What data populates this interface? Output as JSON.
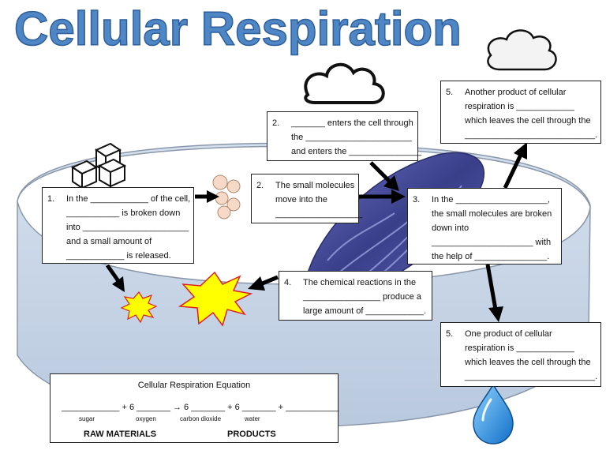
{
  "title": "Cellular Respiration",
  "boxes": {
    "b1": {
      "num": "1.",
      "lines": [
        "In the ____________ of the cell,",
        "___________ is broken down",
        "into ______________________",
        "and a small amount of",
        "____________ is released."
      ]
    },
    "b2": {
      "num": "2.",
      "lines": [
        "_______  enters the cell through",
        "the ______________________",
        "and enters the _______________"
      ]
    },
    "b2b": {
      "num": "2.",
      "lines": [
        "The small molecules",
        "move into the",
        "__________________"
      ]
    },
    "b3": {
      "num": "3.",
      "lines": [
        "In the ___________________,",
        "the small molecules are broken",
        "down into",
        "_____________________ with",
        "the help of _______________."
      ]
    },
    "b4": {
      "num": "4.",
      "lines": [
        "The chemical reactions in the",
        "________________ produce a",
        "large amount of ____________."
      ]
    },
    "b5top": {
      "num": "5.",
      "lines": [
        "Another product of cellular",
        "respiration is ____________",
        "which leaves the cell through the",
        "___________________________."
      ]
    },
    "b5bot": {
      "num": "5.",
      "lines": [
        "One product of cellular",
        "respiration is ____________",
        "which leaves the cell through the",
        "___________________________."
      ]
    }
  },
  "equation": {
    "title": "Cellular Respiration Equation",
    "line": "____________ + 6 _______ → 6 _______ + 6 _______ + ___________",
    "labels": {
      "sugar": "sugar",
      "oxygen": "oxygen",
      "carbon_dioxide": "carbon dioxide",
      "water": "water"
    },
    "raw": "RAW MATERIALS",
    "products": "PRODUCTS"
  },
  "colors": {
    "title": "#4f86c6",
    "cell": "#c9d7ea",
    "cell_edge": "#aab6c8",
    "mito": "#4a4f9e",
    "star": "#ffff00",
    "drop": "#2d8fe0"
  }
}
